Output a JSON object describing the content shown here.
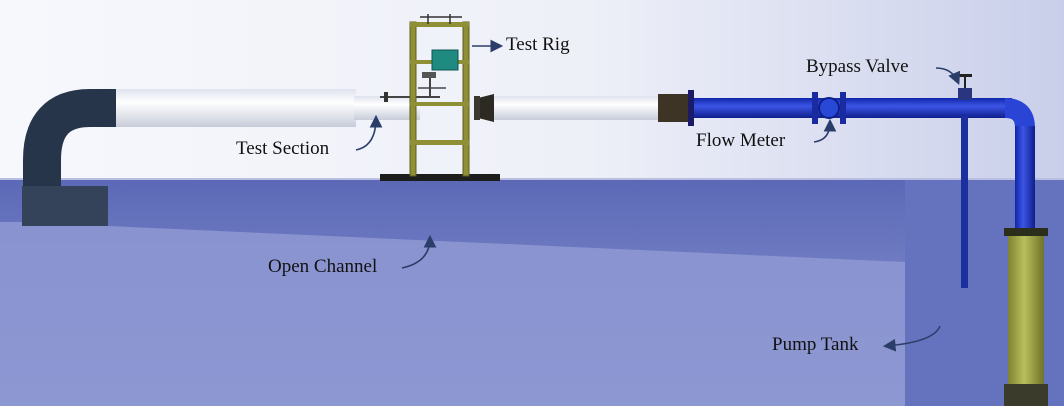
{
  "labels": {
    "test_rig": "Test Rig",
    "bypass_valve": "Bypass Valve",
    "test_section": "Test Section",
    "flow_meter": "Flow Meter",
    "open_channel": "Open Channel",
    "pump_tank": "Pump Tank"
  },
  "colors": {
    "sky_top": "#eef1f8",
    "water": "#7d8bcc",
    "water_deep": "#5f6cb8",
    "white_pipe": "#f4f6fb",
    "blue_pipe": "#1f37c8",
    "dark_elbow": "#27354a",
    "rig_frame": "#8f8f35",
    "rig_box": "#1f8a80",
    "pump_cylinder": "#a2a84a",
    "arrow": "#2b3e6a"
  },
  "icons": [
    "valve-icon",
    "flow-meter-icon",
    "arrow-icon"
  ]
}
